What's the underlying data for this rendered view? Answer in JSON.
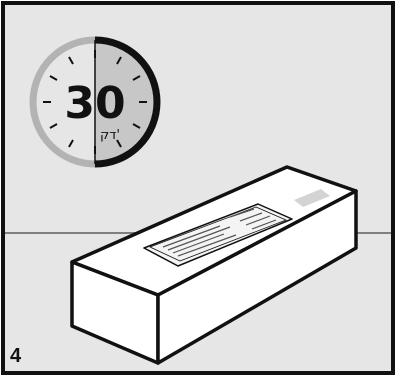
{
  "timer": {
    "value": "30",
    "unit": "דק'",
    "remaining_fraction": 0.5
  },
  "step": {
    "number": "4"
  },
  "colors": {
    "frame": "#111111",
    "background": "#e6e6e6",
    "floor_line": "#808080",
    "timer_track": "#b3b3b3",
    "timer_active": "#111111",
    "timer_fill": "#c7c7c7",
    "box": "#ffffff",
    "box_outline": "#111111"
  }
}
